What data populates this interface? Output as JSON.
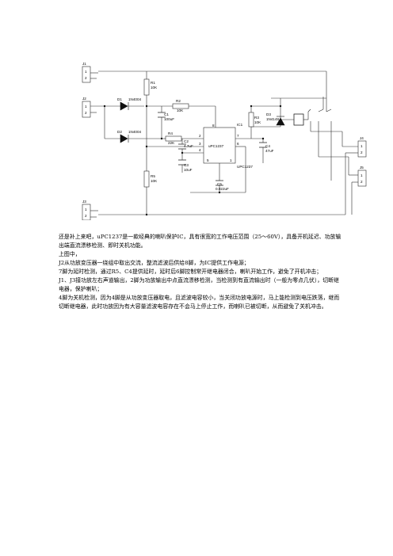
{
  "schematic": {
    "connectors": {
      "j1": "J1",
      "j2": "J2",
      "j3": "J3",
      "j4": "J4",
      "j5": "J5",
      "pin1": "1",
      "pin2": "2"
    },
    "resistors": {
      "r1": "R1",
      "r1_val": "10K",
      "r2": "R2",
      "r2_val": "10K",
      "r3": "R3",
      "r3_val": "10K",
      "r4": "R4",
      "r4_val": "22K",
      "r5": "R5",
      "r5_val": "10K"
    },
    "capacitors": {
      "c1": "C1",
      "c1_val": "100uF",
      "c2": "C2",
      "c2_val": "4.7uF",
      "c3": "C3",
      "c3_val": "10uF",
      "c4": "C4",
      "c4_val": "47uF",
      "c5": "C5",
      "c5_val": "0.022uF"
    },
    "diodes": {
      "d1": "D1",
      "d1_val": "1N4004",
      "d2": "D2",
      "d2_val": "1N4004",
      "d3": "D3",
      "d3_val": "1N4148"
    },
    "ic": {
      "ref": "IC1",
      "label": "uPC1237",
      "sublabel": "UPC1237",
      "pins": [
        "8",
        "2",
        "4",
        "3",
        "7",
        "6",
        "5",
        "1"
      ]
    }
  },
  "paragraphs": [
    "还是补上来吧，uPC1237是一款经典的喇叭保护IC，具有很宽的工作电压范围（25～60V），具备开机延迟、功放输出端直流漂移检测、即时关机功能。",
    "上图中，",
    "J2从功放变压器一绕组中取出交流，整流滤波后供给8脚，为IC提供工作电源；",
    "7脚为延时检测，通过R5、C4提供延时，延时后6脚控制常开继电器闭合，喇叭开始工作，避免了开机冲击；",
    "J1、J3接功放左右声道输出，2脚为功放输出中点直流漂移检测，当检测到有直流输出时（一般为零点几伏），切断继电器，保护喇叭；",
    "4脚为关机检测，因为4脚是从功放变压器取电，且滤波电容较小，当关闭功放电源时，马上能检测到电压跌落，继而切断继电器，此时功放因为有大容量滤波电容存在不会马上停止工作，而喇叭已被切断，从而避免了关机冲击。"
  ]
}
